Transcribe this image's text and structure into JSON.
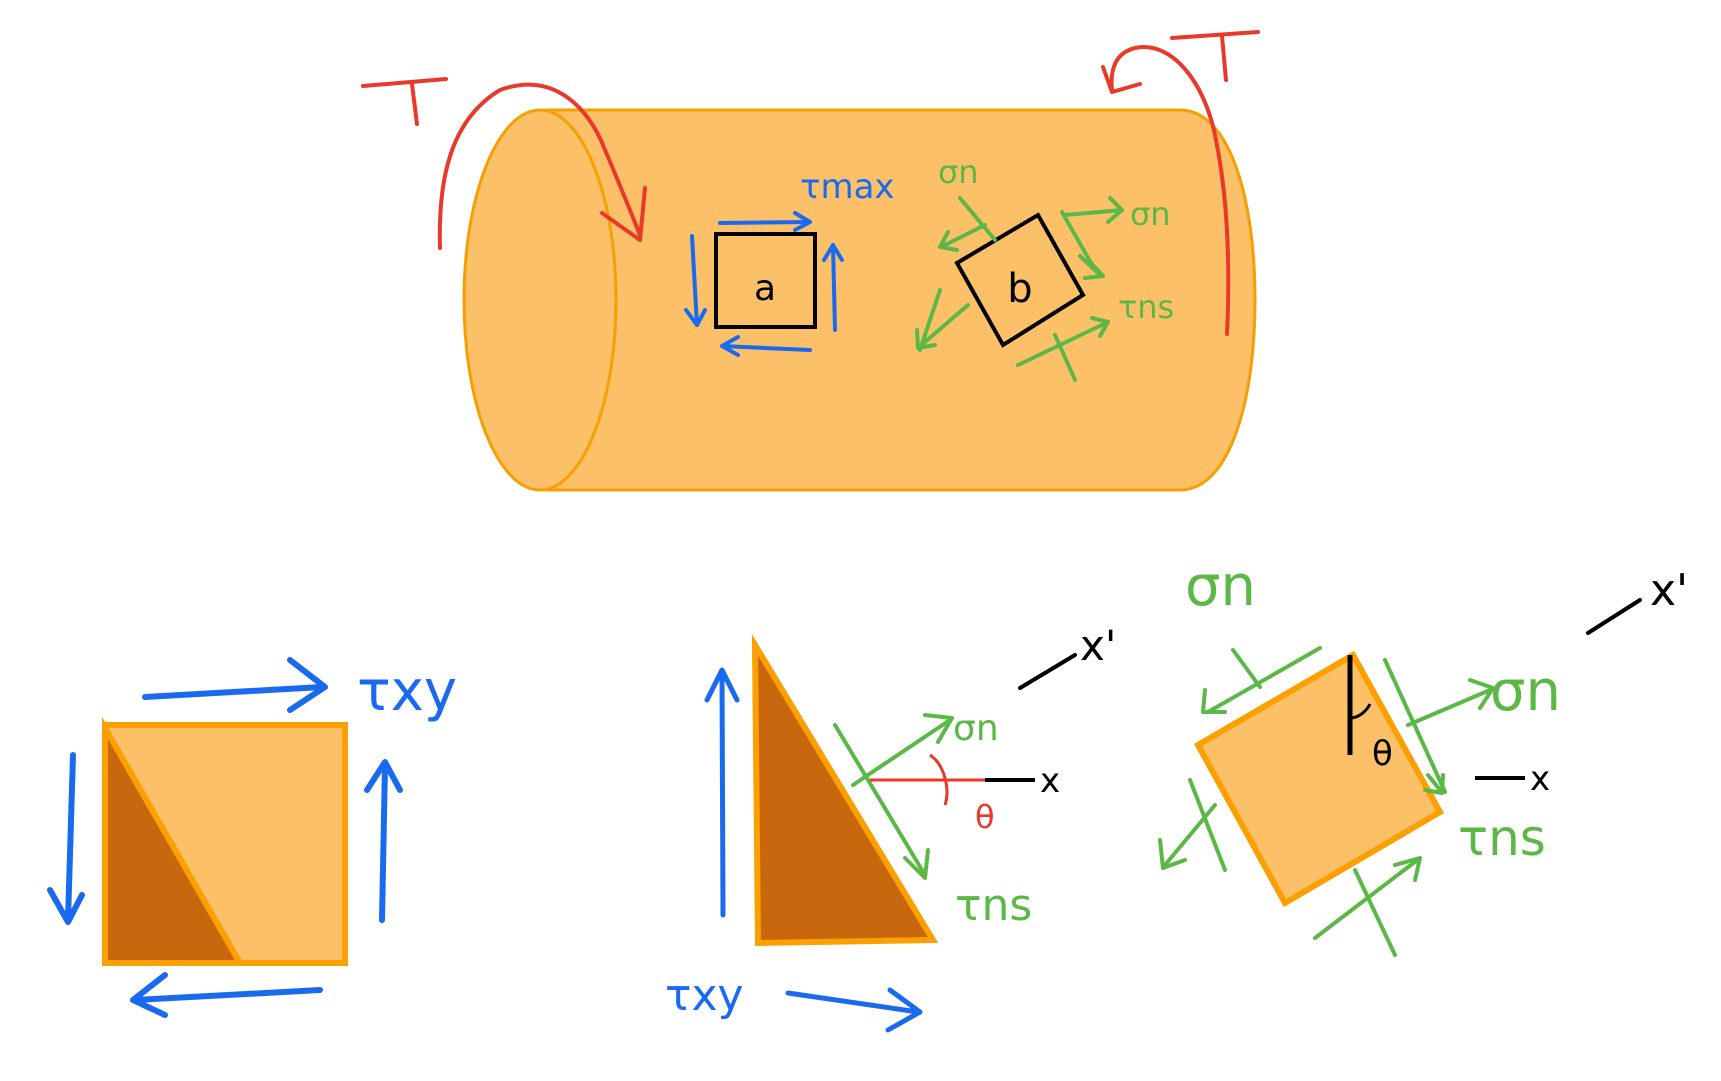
{
  "labels": {
    "torque_left": "T",
    "torque_right": "T",
    "tau_max": "τmax",
    "element_a": "a",
    "element_b": "b",
    "sigma_n_top": "σn",
    "sigma_n_right": "σn",
    "tau_ns_top": "τns",
    "tau_xy_bottom_left": "τxy",
    "tau_xy_bottom_middle": "τxy",
    "sigma_n_middle": "σn",
    "tau_ns_middle": "τns",
    "x_prime_middle": "x'",
    "x_middle": "x",
    "theta_middle": "θ",
    "sigma_n_right_top": "σn",
    "sigma_n_right_side": "σn",
    "tau_ns_right": "τns",
    "x_prime_right": "x'",
    "x_right": "x",
    "theta_right": "θ"
  },
  "colors": {
    "cylinder_fill": "#FCC168",
    "cylinder_stroke": "#F5A000",
    "torque": "#E8392A",
    "shear": "#1A6AF0",
    "normal": "#5BB846",
    "black": "#000000",
    "element_fill": "#FCC168",
    "wedge_fill": "#C8670E",
    "element_stroke": "#FBA000"
  }
}
